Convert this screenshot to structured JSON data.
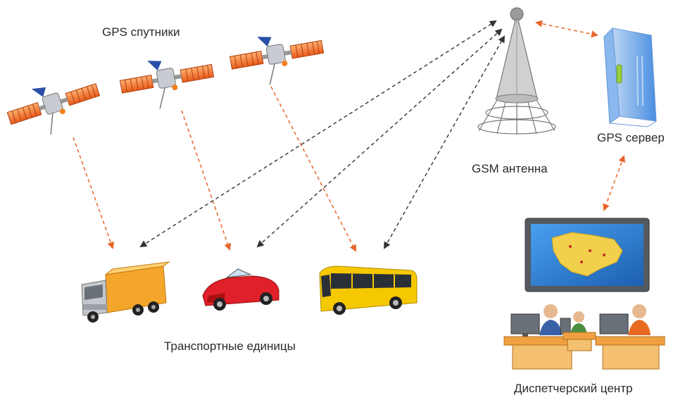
{
  "labels": {
    "satellites": "GPS спутники",
    "antenna": "GSM антенна",
    "server": "GPS сервер",
    "vehicles": "Транспортные единицы",
    "dispatch": "Диспетчерский центр"
  },
  "colors": {
    "gps_link": "#e8652a",
    "gsm_link": "#333333",
    "server_link": "#e8652a",
    "truck_cargo": "#f4a62a",
    "car_body": "#e0202a",
    "bus_body": "#f5c800",
    "screen_bg": "#2a7fd0",
    "map": "#f2d04b"
  },
  "icons": {
    "satellite": "satellite-icon",
    "antenna": "gsm-antenna-icon",
    "server": "server-icon",
    "truck": "truck-icon",
    "car": "car-icon",
    "bus": "bus-icon",
    "monitor": "monitor-map-icon",
    "operators": "operators-icon"
  }
}
